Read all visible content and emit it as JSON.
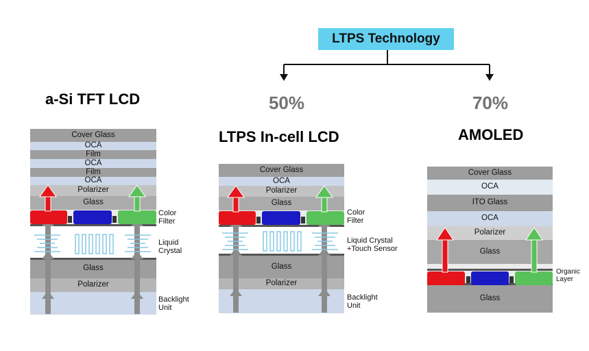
{
  "header": {
    "technology_label": "LTPS Technology",
    "percent_left": "50%",
    "percent_right": "70%"
  },
  "columns": {
    "asi": {
      "title": "a-Si TFT LCD",
      "layers": [
        "Cover Glass",
        "OCA",
        "Film",
        "OCA",
        "Film",
        "OCA",
        "Polarizer",
        "Glass",
        "Glass",
        "Polarizer"
      ],
      "labels": {
        "color_filter_1": "Color",
        "color_filter_2": "Filter",
        "liquid_crystal_1": "Liquid",
        "liquid_crystal_2": "Crystal",
        "backlight_1": "Backlight",
        "backlight_2": "Unit"
      }
    },
    "ltps": {
      "title": "LTPS In-cell LCD",
      "layers": [
        "Cover Glass",
        "OCA",
        "Polarizer",
        "Glass",
        "Glass",
        "Polarizer"
      ],
      "labels": {
        "color_filter_1": "Color",
        "color_filter_2": "Filter",
        "liquid_crystal_1": "Liquid Crystal",
        "liquid_crystal_2": "+Touch Sensor",
        "backlight_1": "Backlight",
        "backlight_2": "Unit"
      }
    },
    "amoled": {
      "title": "AMOLED",
      "layers": [
        "Cover Glass",
        "OCA",
        "ITO Glass",
        "OCA",
        "Polarizer",
        "Glass",
        "Glass"
      ],
      "labels": {
        "organic_1": "Organic",
        "organic_2": "Layer"
      }
    }
  },
  "colors": {
    "gray_dark": "#9e9e9e",
    "gray_mid": "#b5b5b5",
    "gray_light": "#cfcfcf",
    "blue_light": "#cdd9ea",
    "ice": "#e2eaf2",
    "red": "#e5141b",
    "blue": "#1a1ac4",
    "green": "#59c159",
    "cyan": "#63d0f0"
  }
}
